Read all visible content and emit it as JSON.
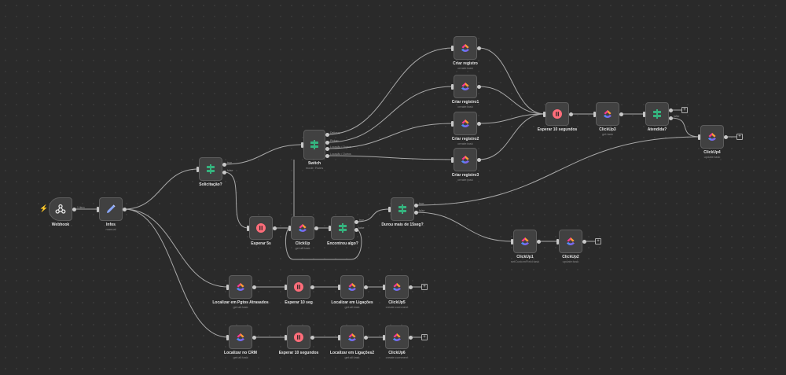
{
  "nodes": [
    {
      "id": "webhook",
      "label": "Webhook",
      "sub": "",
      "icon": "webhook-icon"
    },
    {
      "id": "infos",
      "label": "Infos",
      "sub": "manual",
      "icon": "pencil-icon"
    },
    {
      "id": "solicitacao",
      "label": "Solicitação?",
      "sub": "",
      "icon": "switch-icon"
    },
    {
      "id": "esperar5s",
      "label": "Esperar 5s",
      "sub": "",
      "icon": "pause-icon"
    },
    {
      "id": "clickup",
      "label": "ClickUp",
      "sub": "get:all:task",
      "icon": "clickup-icon"
    },
    {
      "id": "encontrou",
      "label": "Encontrou algo?",
      "sub": "",
      "icon": "switch-icon"
    },
    {
      "id": "durou",
      "label": "Durou mais de 15seg?",
      "sub": "",
      "icon": "switch-icon"
    },
    {
      "id": "clickup1",
      "label": "ClickUp1",
      "sub": "setCustomField:task",
      "icon": "clickup-icon"
    },
    {
      "id": "clickup2",
      "label": "ClickUp2",
      "sub": "update:task",
      "icon": "clickup-icon"
    },
    {
      "id": "switch",
      "label": "Switch",
      "sub": "mode: Rules",
      "icon": "switch-icon"
    },
    {
      "id": "criar",
      "label": "Criar registro",
      "sub": "create:task",
      "icon": "clickup-icon"
    },
    {
      "id": "criar1",
      "label": "Criar registro1",
      "sub": "create:task",
      "icon": "clickup-icon"
    },
    {
      "id": "criar2",
      "label": "Criar registro2",
      "sub": "create:task",
      "icon": "clickup-icon"
    },
    {
      "id": "criar3",
      "label": "Criar registro3",
      "sub": "create:task",
      "icon": "clickup-icon"
    },
    {
      "id": "esperar10",
      "label": "Esperar 10 segundos",
      "sub": "",
      "icon": "pause-icon"
    },
    {
      "id": "clickup3",
      "label": "ClickUp3",
      "sub": "get:task",
      "icon": "clickup-icon"
    },
    {
      "id": "atendida",
      "label": "Atendida?",
      "sub": "",
      "icon": "switch-icon"
    },
    {
      "id": "clickup4",
      "label": "ClickUp4",
      "sub": "update:task",
      "icon": "clickup-icon"
    },
    {
      "id": "localizar_pgtos",
      "label": "Localizar em Pgtos Atrasados",
      "sub": "get:all:task",
      "icon": "clickup-icon"
    },
    {
      "id": "esperar10seg",
      "label": "Esperar 10 seg",
      "sub": "",
      "icon": "pause-icon"
    },
    {
      "id": "localizar_lig",
      "label": "Localizar em Ligações",
      "sub": "get:all:task",
      "icon": "clickup-icon"
    },
    {
      "id": "clickup5",
      "label": "ClickUp5",
      "sub": "create:comment",
      "icon": "clickup-icon"
    },
    {
      "id": "localizar_crm",
      "label": "Localizar no CRM",
      "sub": "get:all:task",
      "icon": "clickup-icon"
    },
    {
      "id": "esperar10seg2",
      "label": "Esperar 10 segundos",
      "sub": "",
      "icon": "pause-icon"
    },
    {
      "id": "localizar_lig2",
      "label": "Localizar em Ligações2",
      "sub": "get:all:task",
      "icon": "clickup-icon"
    },
    {
      "id": "clickup6",
      "label": "ClickUp6",
      "sub": "create:comment",
      "icon": "clickup-icon"
    }
  ],
  "edge_labels": {
    "webhook_infos": "1 item",
    "sol_true": "true",
    "sol_false": "false",
    "switch_0": "Delivery",
    "switch_1": "Pickup",
    "switch_2": "Locação / Outros",
    "switch_3": "Locação / Outros",
    "enc_true": "true",
    "enc_false": "false",
    "durou_true": "true",
    "durou_false": "false",
    "atend_true": "true",
    "atend_false": "false"
  },
  "colors": {
    "background": "#2a2a2a",
    "edge": "#a8a8a8",
    "node": "#414141",
    "switch": "#35b37e",
    "pause": "#ff6d7a",
    "clickup_purple": "#7b68ee",
    "clickup_pink": "#fd3a8f",
    "clickup_orange": "#ffa12f",
    "clickup_blue": "#4f8ef7",
    "trigger": "#ff6d5a"
  }
}
